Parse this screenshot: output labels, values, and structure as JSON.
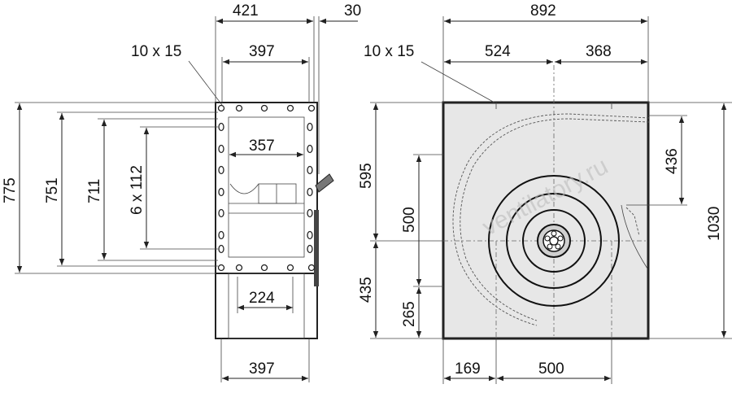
{
  "side_view": {
    "top_width_total": "421",
    "flange_offset": "30",
    "frame_width_top": "397",
    "bolt_label": "10 x 15",
    "inner_width": "357",
    "opening_width": "224",
    "bottom_width": "397",
    "height_775": "775",
    "height_751": "751",
    "height_711": "711",
    "pitch": "6 x 112"
  },
  "front_view": {
    "total_width": "892",
    "bolt_label": "10 x 15",
    "width_left": "524",
    "width_right": "368",
    "height_total": "1030",
    "height_upper": "595",
    "height_lower": "435",
    "height_500": "500",
    "height_265": "265",
    "height_436": "436",
    "offset_169": "169",
    "width_500": "500",
    "watermark": "ventilatory.ru"
  },
  "colors": {
    "casing_fill": "#e7e7e7",
    "line": "#222222"
  }
}
